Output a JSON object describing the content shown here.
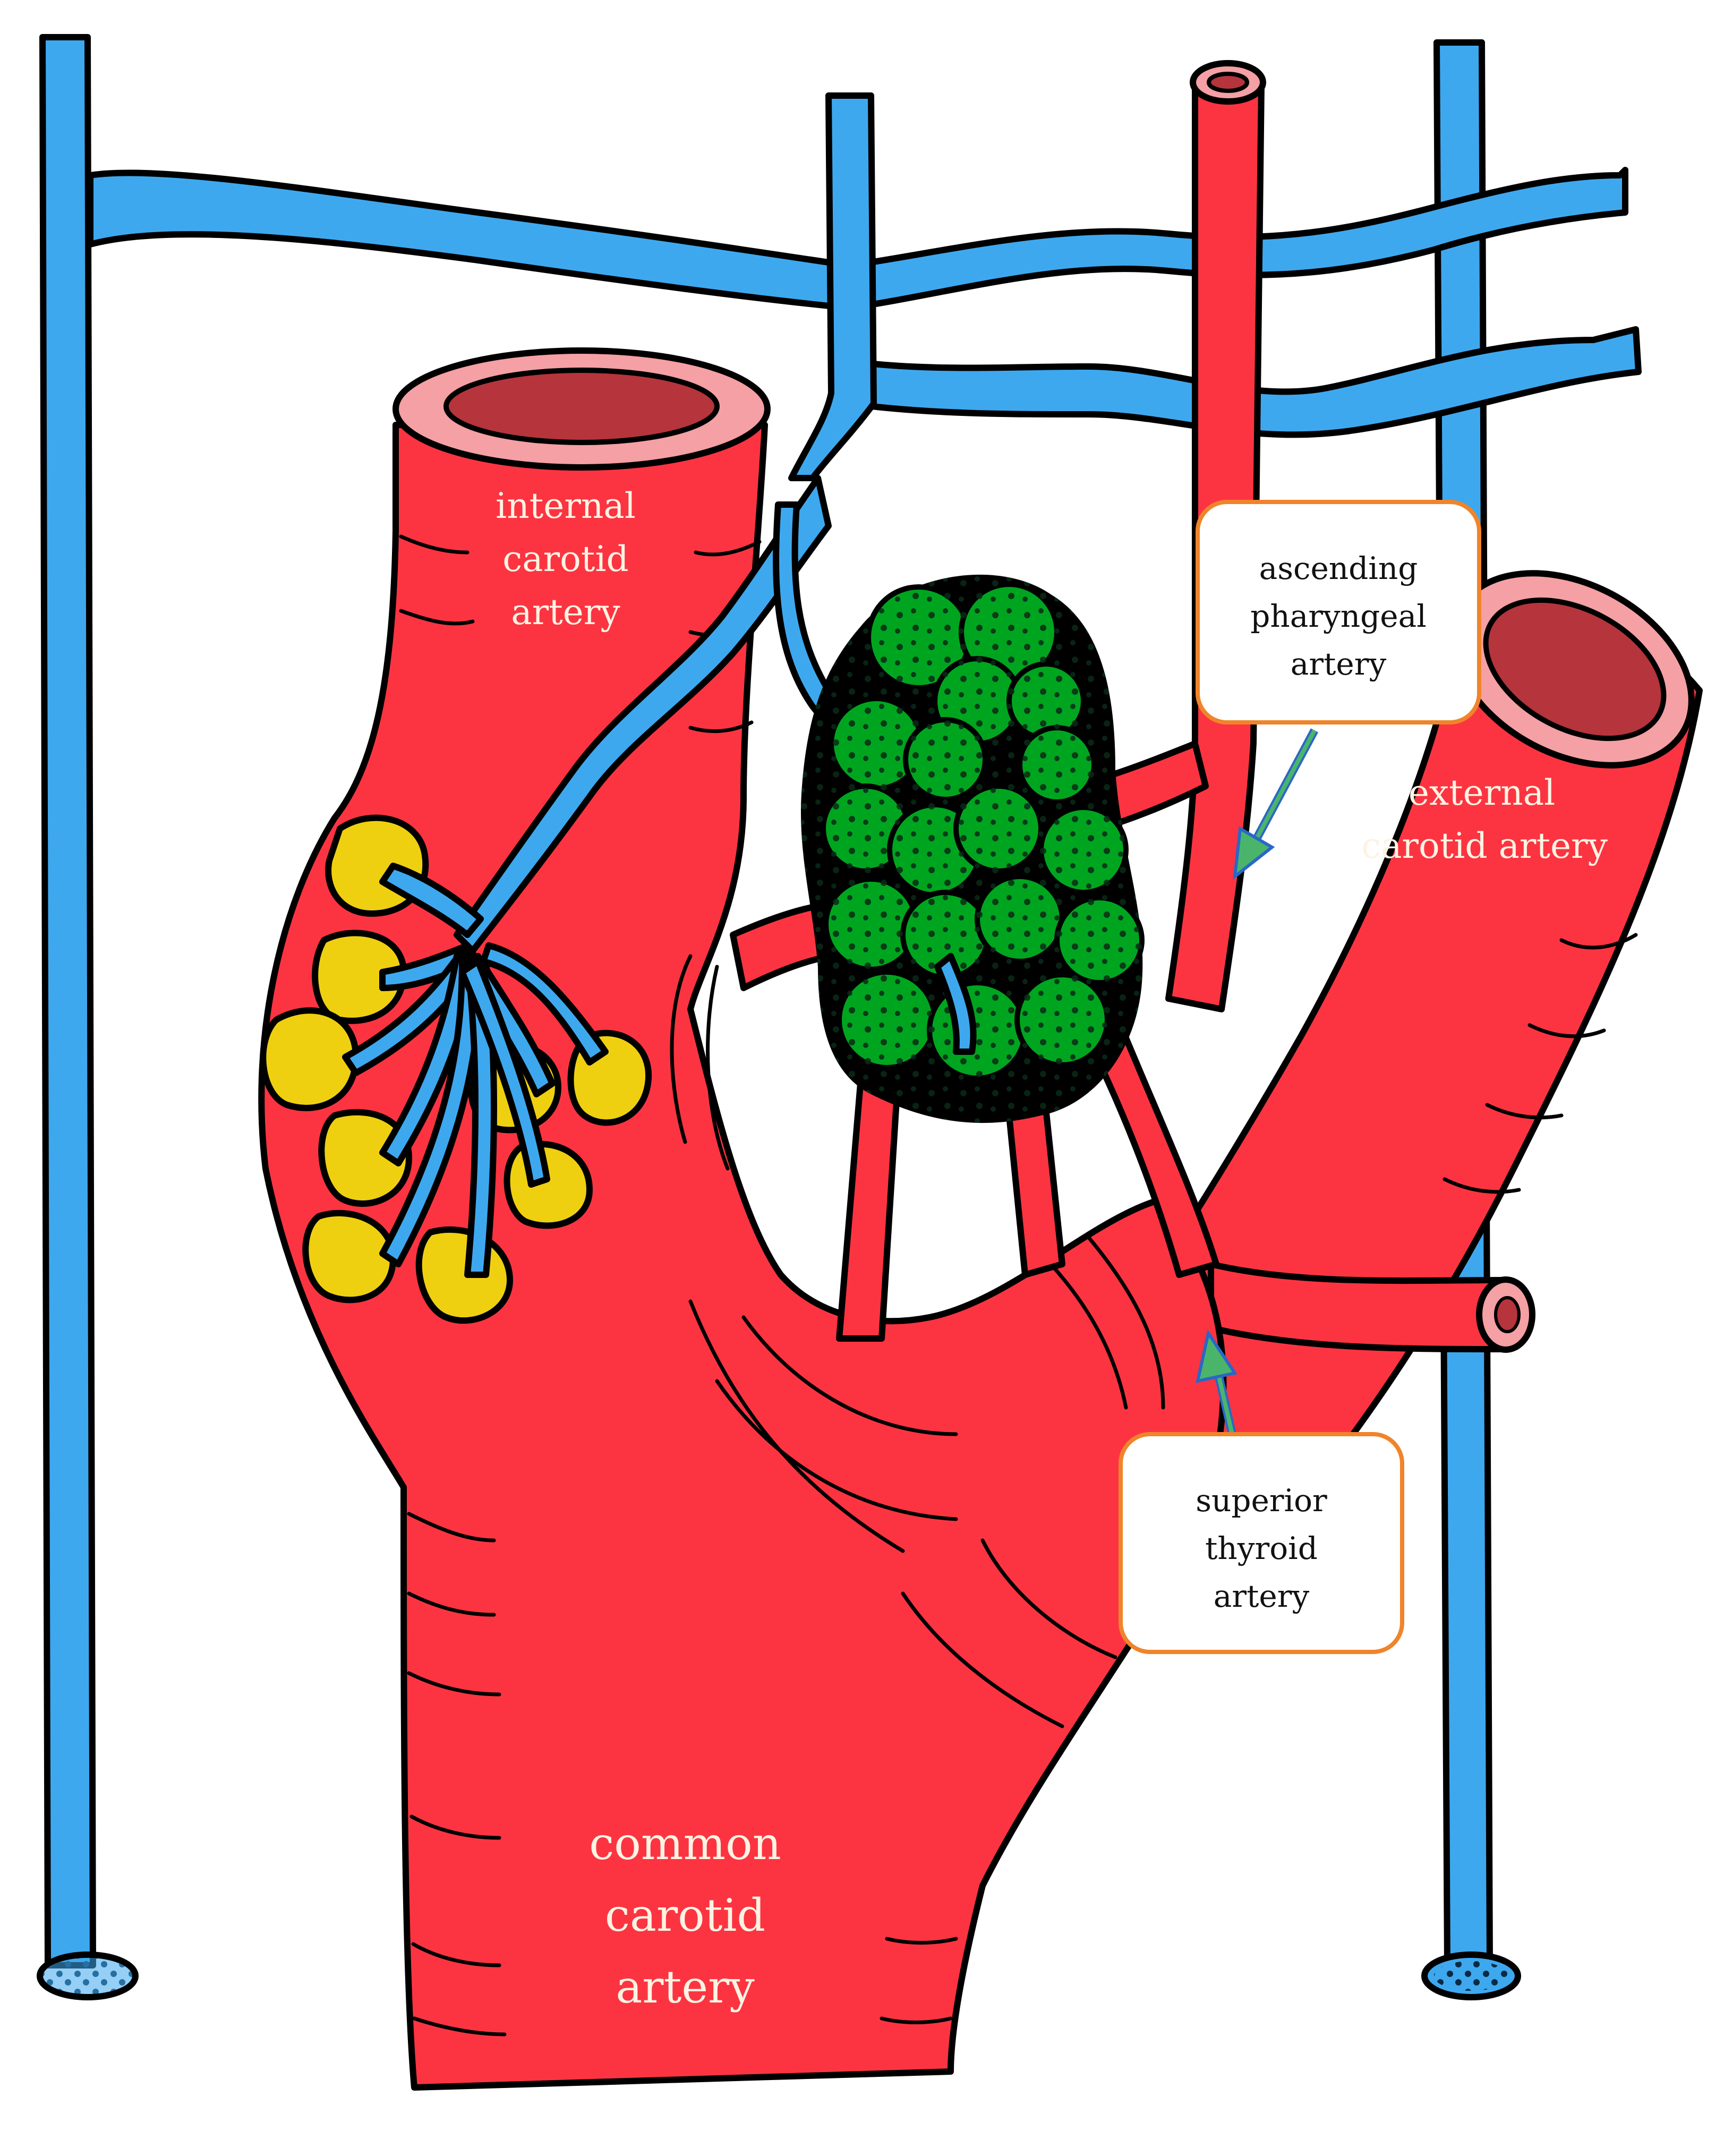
{
  "labels": {
    "internal_carotid": [
      "internal",
      "carotid",
      "artery"
    ],
    "external_carotid": [
      "external",
      "carotid artery"
    ],
    "common_carotid": [
      "common",
      "carotid",
      "artery"
    ],
    "ascending_pharyngeal": [
      "ascending",
      "pharyngeal",
      "artery"
    ],
    "superior_thyroid": [
      "superior",
      "thyroid",
      "artery"
    ]
  },
  "colors": {
    "artery": "#fc3441",
    "artery_rim": "#f4a0a4",
    "artery_lumen": "#b6343c",
    "vein": "#3ea8ef",
    "gland": "#00a51f",
    "glomus": "#efd010",
    "callout_border": "#f0842a",
    "pointer": "#4ab56a",
    "pointer_edge": "#2b67c6"
  }
}
